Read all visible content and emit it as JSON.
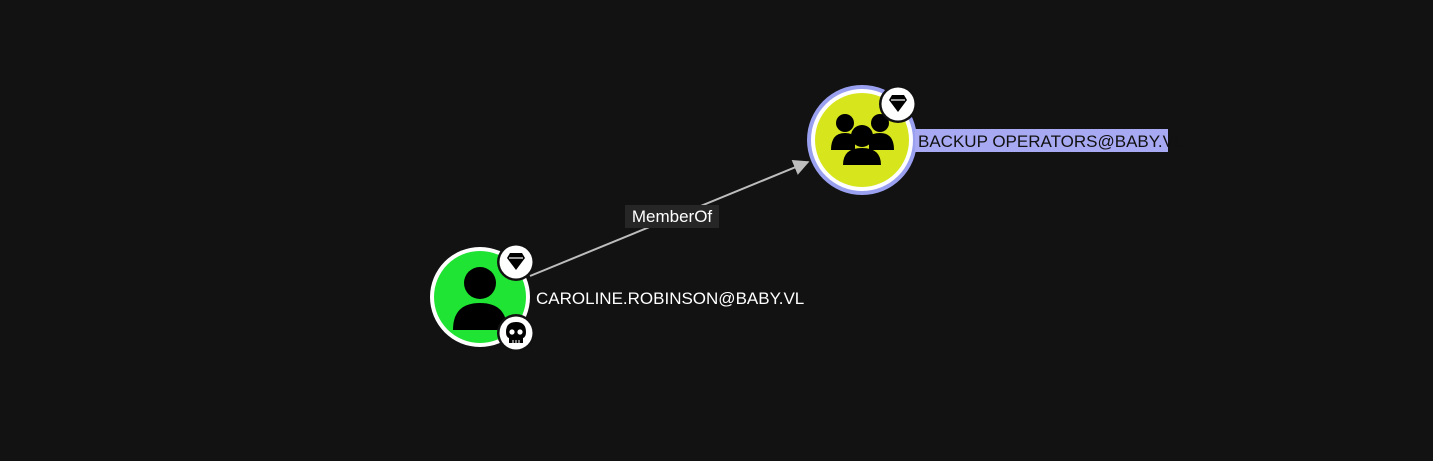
{
  "graph": {
    "nodes": [
      {
        "id": "user",
        "label": "CAROLINE.ROBINSON@BABY.VL",
        "kind": "user",
        "icon": "user-icon",
        "fill": "#1fe433",
        "ring": "#ffffff",
        "badges": [
          "diamond-icon",
          "skull-icon"
        ]
      },
      {
        "id": "group",
        "label": "BACKUP OPERATORS@BABY.VL",
        "kind": "group",
        "icon": "group-icon",
        "fill": "#d7e51c",
        "ring": "#9aa0f0",
        "selected": true,
        "badges": [
          "diamond-icon"
        ]
      }
    ],
    "edges": [
      {
        "from": "user",
        "to": "group",
        "label": "MemberOf"
      }
    ]
  },
  "colors": {
    "background": "#121212",
    "edge": "#bdbdbd",
    "edge_label_bg": "#262626",
    "selected_label_bg": "#a7a9f2",
    "text": "#ffffff",
    "selected_text": "#111111"
  }
}
